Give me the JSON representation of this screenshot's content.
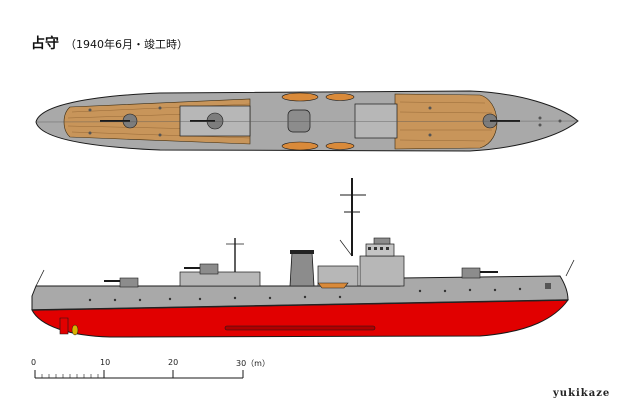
{
  "drawing": {
    "ship_name": "占守",
    "subtitle": "（1940年6月・竣工時）",
    "artist_signature": "yukikaze"
  },
  "scale_bar": {
    "labels": [
      "0",
      "10",
      "20",
      "30（m）"
    ]
  },
  "colors": {
    "hull_gray": "#a9a9a9",
    "hull_gray_dark": "#7d7d7d",
    "deck_wood": "#c8955a",
    "bottom_red": "#e10000",
    "outline": "#1a1a1a"
  }
}
